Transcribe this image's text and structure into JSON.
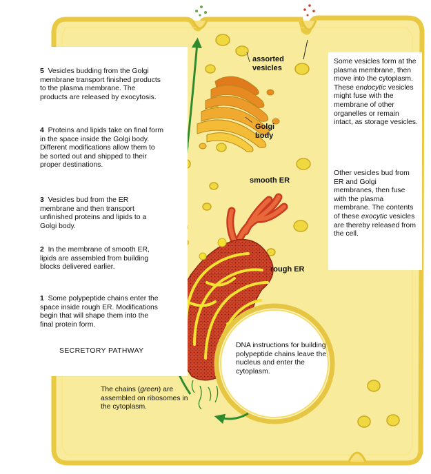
{
  "labels": {
    "assorted_vesicles_1": "assorted",
    "assorted_vesicles_2": "vesicles",
    "golgi_1": "Golgi",
    "golgi_2": "body",
    "smooth_er": "smooth ER",
    "rough_er": "rough ER"
  },
  "steps": {
    "step5_num": "5",
    "step5": "Vesicles budding from the Golgi membrane transport finished products to the plasma membrane. The products are released by exocytosis.",
    "step4_num": "4",
    "step4": "Proteins and lipids take on final form in the space inside the Golgi body. Different modifications allow them to be sorted out and shipped to their proper destinations.",
    "step3_num": "3",
    "step3": "Vesicles bud from the ER membrane and then transport unfinished proteins and lipids to a Golgi body.",
    "step2_num": "2",
    "step2": "In the membrane of smooth ER, lipids are assembled from building blocks delivered earlier.",
    "step1_num": "1",
    "step1": "Some polypeptide chains enter the space inside rough ER. Modifications begin that will shape them into the final protein form.",
    "pathway": "SECRETORY PATHWAY"
  },
  "right_notes": {
    "endocytic_a": "Some vesicles form at the plasma membrane, then move into the cytoplasm. These",
    "endocytic_word": "endocytic",
    "endocytic_b": "vesicles might fuse with the membrane of other organelles or remain intact, as storage vesicles.",
    "exocytic_a": "Other vesicles bud from ER and Golgi membranes, then fuse with the plasma membrane. The contents of these",
    "exocytic_word": "exocytic",
    "exocytic_b": "vesicles are thereby released from the cell."
  },
  "bottom_notes": {
    "dna": "DNA instructions for building polypeptide chains leave the nucleus and enter the cytoplasm.",
    "chains_a": "The chains (",
    "chains_word": "green",
    "chains_b": ") are assembled on ribosomes in the cytoplasm."
  },
  "colors": {
    "cytoplasm": "#f8ec9c",
    "membrane": "#f5d84a",
    "er_red": "#c93a22",
    "lumen_yellow": "#f2e232",
    "arrow_green": "#2e8a2c",
    "vesicle": "#f0d840"
  }
}
